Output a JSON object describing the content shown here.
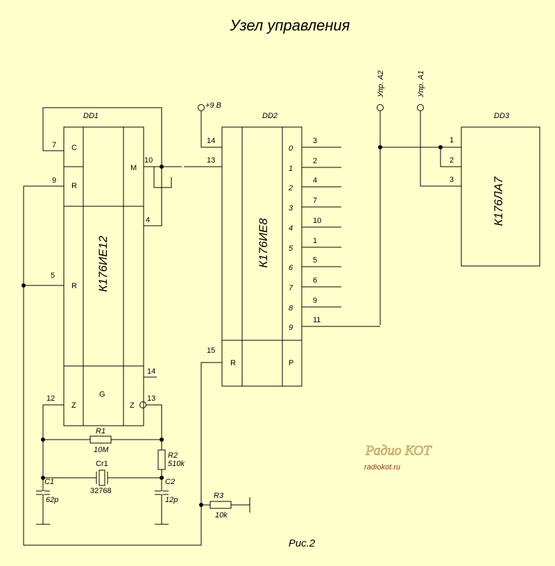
{
  "title": "Узел управления",
  "caption": "Рис.2",
  "watermark": {
    "logo": "Радио КОТ",
    "url": "radiokot.ru"
  },
  "dd1": {
    "ref": "DD1",
    "part": "К176ИЕ12",
    "pin_labels": {
      "c": "C",
      "r_top": "R",
      "m": "M",
      "r_mid": "R",
      "g": "G",
      "z_left": "Z",
      "z_right": "Z"
    },
    "pins": {
      "c": "7",
      "r_top": "9",
      "m": "10",
      "m2": "4",
      "r_mid": "5",
      "p14": "14",
      "z_left": "12",
      "z_right": "13"
    }
  },
  "dd2": {
    "ref": "DD2",
    "part": "К176ИЕ8",
    "pin_labels": {
      "r": "R",
      "p": "P"
    },
    "in_pins": {
      "vcc": "14",
      "clk": "13",
      "reset": "15"
    },
    "outputs": [
      {
        "idx": "0",
        "pin": "3"
      },
      {
        "idx": "1",
        "pin": "2"
      },
      {
        "idx": "2",
        "pin": "4"
      },
      {
        "idx": "3",
        "pin": "7"
      },
      {
        "idx": "4",
        "pin": "10"
      },
      {
        "idx": "5",
        "pin": "1"
      },
      {
        "idx": "6",
        "pin": "5"
      },
      {
        "idx": "7",
        "pin": "6"
      },
      {
        "idx": "8",
        "pin": "9"
      },
      {
        "idx": "9",
        "pin": "11"
      }
    ]
  },
  "dd3": {
    "ref": "DD3",
    "part": "К176ЛА7",
    "pins": {
      "p1": "1",
      "p2": "2",
      "p3": "3"
    }
  },
  "power": {
    "label": "+9 В"
  },
  "controls": {
    "a2": "Упр. А2",
    "a1": "Упр. А1"
  },
  "components": {
    "r1": {
      "ref": "R1",
      "value": "10M"
    },
    "r2": {
      "ref": "R2",
      "value": "510k"
    },
    "r3": {
      "ref": "R3",
      "value": "10k"
    },
    "c1": {
      "ref": "C1",
      "value": "62p"
    },
    "c2": {
      "ref": "C2",
      "value": "12p"
    },
    "xtal": {
      "ref": "Cr1",
      "value": "32768"
    }
  }
}
